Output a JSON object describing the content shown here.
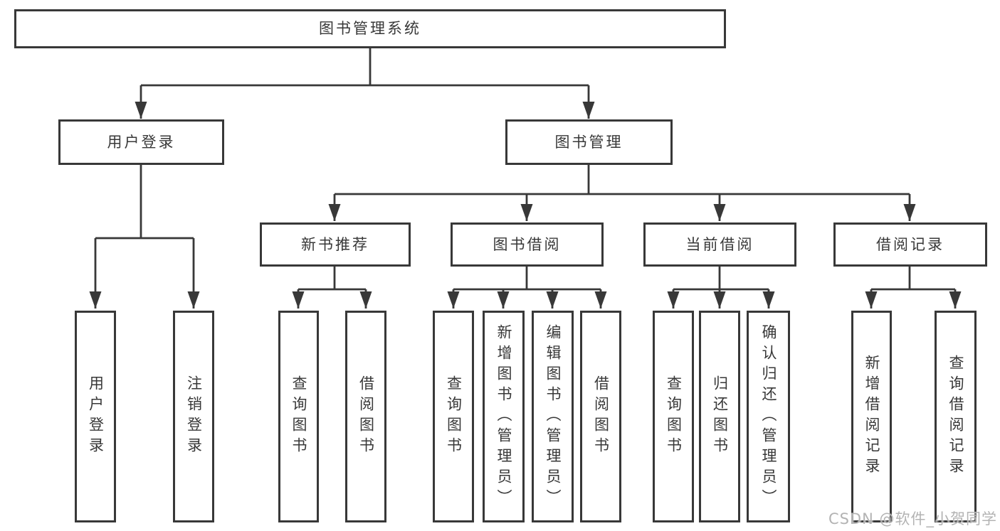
{
  "diagram": {
    "tree": {
      "root": "图书管理系统",
      "user_login": {
        "label": "用户登录",
        "children": [
          "用户登录",
          "注销登录"
        ]
      },
      "book_management": {
        "label": "图书管理",
        "groups": [
          {
            "label": "新书推荐",
            "children": [
              "查询图书",
              "借阅图书"
            ]
          },
          {
            "label": "图书借阅",
            "children": [
              "查询图书",
              "新增图书（管理员）",
              "编辑图书（管理员）",
              "借阅图书"
            ]
          },
          {
            "label": "当前借阅",
            "children": [
              "查询图书",
              "归还图书",
              "确认归还（管理员）"
            ]
          },
          {
            "label": "借阅记录",
            "children": [
              "新增借阅记录",
              "查询借阅记录"
            ]
          }
        ]
      }
    },
    "watermark": "CSDN @软件_小贺同学",
    "colors": {
      "line": "#383838",
      "text": "#383838",
      "background": "#ffffff",
      "watermark": "#b3b3b3"
    }
  }
}
